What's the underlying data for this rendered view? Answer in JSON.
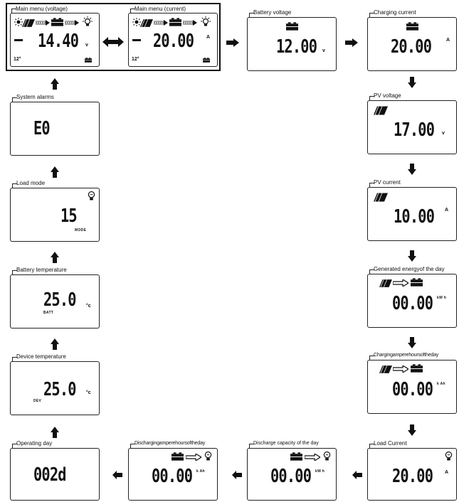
{
  "panels": {
    "main_voltage": {
      "title": "Main menu (voltage)",
      "value": "14.40",
      "unit": "v",
      "sub_left": "12°"
    },
    "main_current": {
      "title": "Main menu (current)",
      "value": "20.00",
      "unit": "A",
      "sub_left": "12°"
    },
    "battery_voltage": {
      "title": "Battery voltage",
      "value": "12.00",
      "unit": "v"
    },
    "charging_current": {
      "title": "Charging current",
      "value": "20.00",
      "unit": "A"
    },
    "pv_voltage": {
      "title": "PV voltage",
      "value": "17.00",
      "unit": "v"
    },
    "pv_current": {
      "title": "PV current",
      "value": "10.00",
      "unit": "A"
    },
    "generated_energy": {
      "title": "Generated energyof the day",
      "value": "00.00",
      "unit": "kW h"
    },
    "charging_ah": {
      "title": "Chargingamperehoursoftheday",
      "value": "00.00",
      "unit": "k Ah"
    },
    "load_current": {
      "title": "Load Current",
      "value": "20.00",
      "unit": "A"
    },
    "discharge_capacity": {
      "title": "Discharge capacity of the day",
      "value": "00.00",
      "unit": "kW h"
    },
    "discharging_ah": {
      "title": "Dischargingamperehoursoftheday",
      "value": "00.00",
      "unit": "k Ah"
    },
    "operating_day": {
      "title": "Operating day",
      "value": "002d"
    },
    "device_temperature": {
      "title": "Device temperature",
      "value": "25.0",
      "unit": "°c",
      "tag": "DEV"
    },
    "battery_temperature": {
      "title": "Battery temperature",
      "value": "25.0",
      "unit": "°c",
      "tag": "BATT"
    },
    "load_mode": {
      "title": "Load mode",
      "value": "15",
      "tag": "MODE"
    },
    "system_alarms": {
      "title": "System alarms",
      "value": "E0"
    }
  }
}
